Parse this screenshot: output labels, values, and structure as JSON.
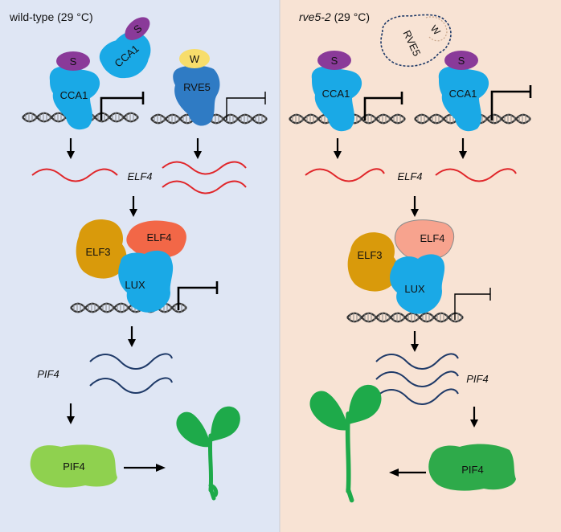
{
  "panels": {
    "left": {
      "title": "wild-type (29 °C)",
      "color": "#dfe6f4",
      "cca1_a": {
        "protein": "CCA1",
        "partner": "S"
      },
      "cca1_free": {
        "protein": "CCA1",
        "partner": "S"
      },
      "rve5": {
        "protein": "RVE5",
        "partner": "W"
      },
      "elf4_gene": "ELF4",
      "complex": {
        "elf3": "ELF3",
        "elf4": "ELF4",
        "lux": "LUX"
      },
      "pif4_gene": "PIF4",
      "pif4_protein": "PIF4"
    },
    "right": {
      "title_italic": "rve5-2",
      "title_rest": " (29 °C)",
      "color": "#f8e3d4",
      "rve5_ghost": {
        "protein": "RVE5",
        "partner": "W"
      },
      "cca1_a": {
        "protein": "CCA1",
        "partner": "S"
      },
      "cca1_b": {
        "protein": "CCA1",
        "partner": "S"
      },
      "elf4_gene": "ELF4",
      "complex": {
        "elf3": "ELF3",
        "elf4": "ELF4",
        "lux": "LUX"
      },
      "pif4_gene": "PIF4",
      "pif4_protein": "PIF4"
    }
  },
  "colors": {
    "cca1": "#1aa9e6",
    "partner_s": "#8a3a99",
    "rve5": "#2f7bc4",
    "partner_w": "#f7dd6b",
    "elf3": "#d99a0b",
    "elf4_left": "#f26747",
    "elf4_right": "#f7a38e",
    "lux": "#1aa9e6",
    "elf4_mrna": "#e0262a",
    "pif4_mrna": "#1f3a68",
    "pif4_left": "#8fd14f",
    "pif4_right": "#2eaa4a",
    "seedling": "#1eaa4a"
  }
}
